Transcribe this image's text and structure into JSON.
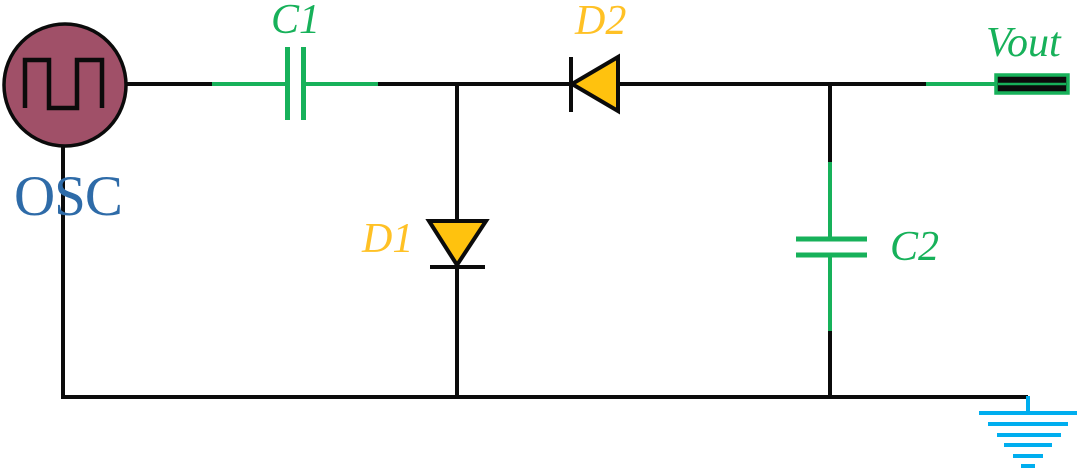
{
  "diagram": {
    "kind": "circuit-schematic",
    "components": {
      "oscillator": {
        "label": "OSC",
        "symbol": "square-wave-source",
        "fill": "#a05068",
        "label_color": "#2e6ba8"
      },
      "c1": {
        "label": "C1",
        "type": "capacitor"
      },
      "c2": {
        "label": "C2",
        "type": "capacitor"
      },
      "d1": {
        "label": "D1",
        "type": "diode",
        "orientation": "down"
      },
      "d2": {
        "label": "D2",
        "type": "diode",
        "orientation": "left"
      },
      "vout": {
        "label": "Vout",
        "type": "output-terminal"
      },
      "ground": {
        "type": "earth-ground"
      }
    },
    "colors": {
      "wire": "#0b0b0b",
      "green": "#17b15a",
      "amber": "#ffc20e",
      "amber_label": "#ffc125",
      "osc_fill": "#a05068",
      "osc_text": "#2e6ba8",
      "ground_cyan": "#00aeef",
      "background": "#ffffff"
    }
  }
}
